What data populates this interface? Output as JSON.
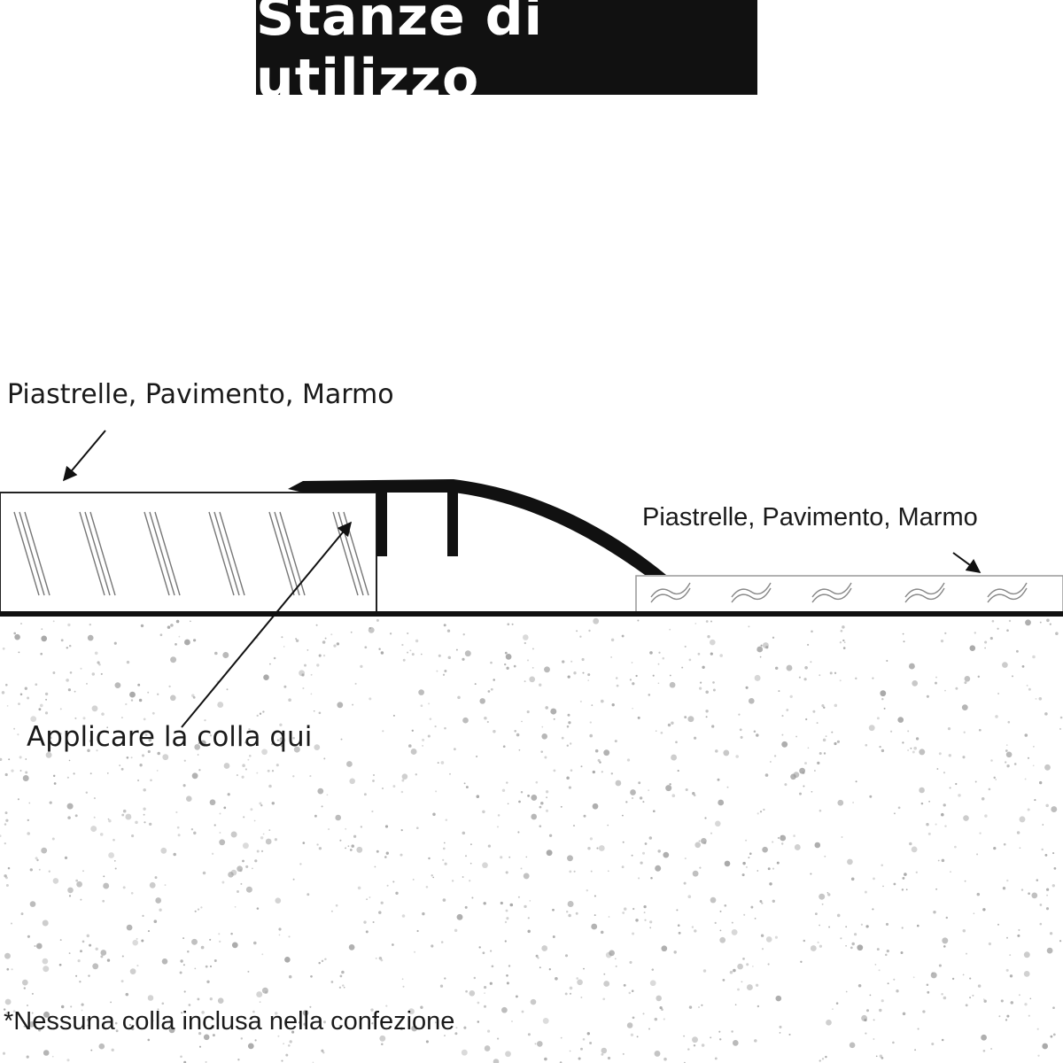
{
  "title": "Stanze di utilizzo",
  "labels": {
    "left_floor": "Piastrelle, Pavimento, Marmo",
    "right_floor": "Piastrelle, Pavimento, Marmo",
    "glue": "Applicare la colla qui",
    "footnote": "*Nessuna colla inclusa nella confezione"
  },
  "colors": {
    "ink": "#111111",
    "background": "#ffffff",
    "speckle": "#9a9a9a"
  }
}
